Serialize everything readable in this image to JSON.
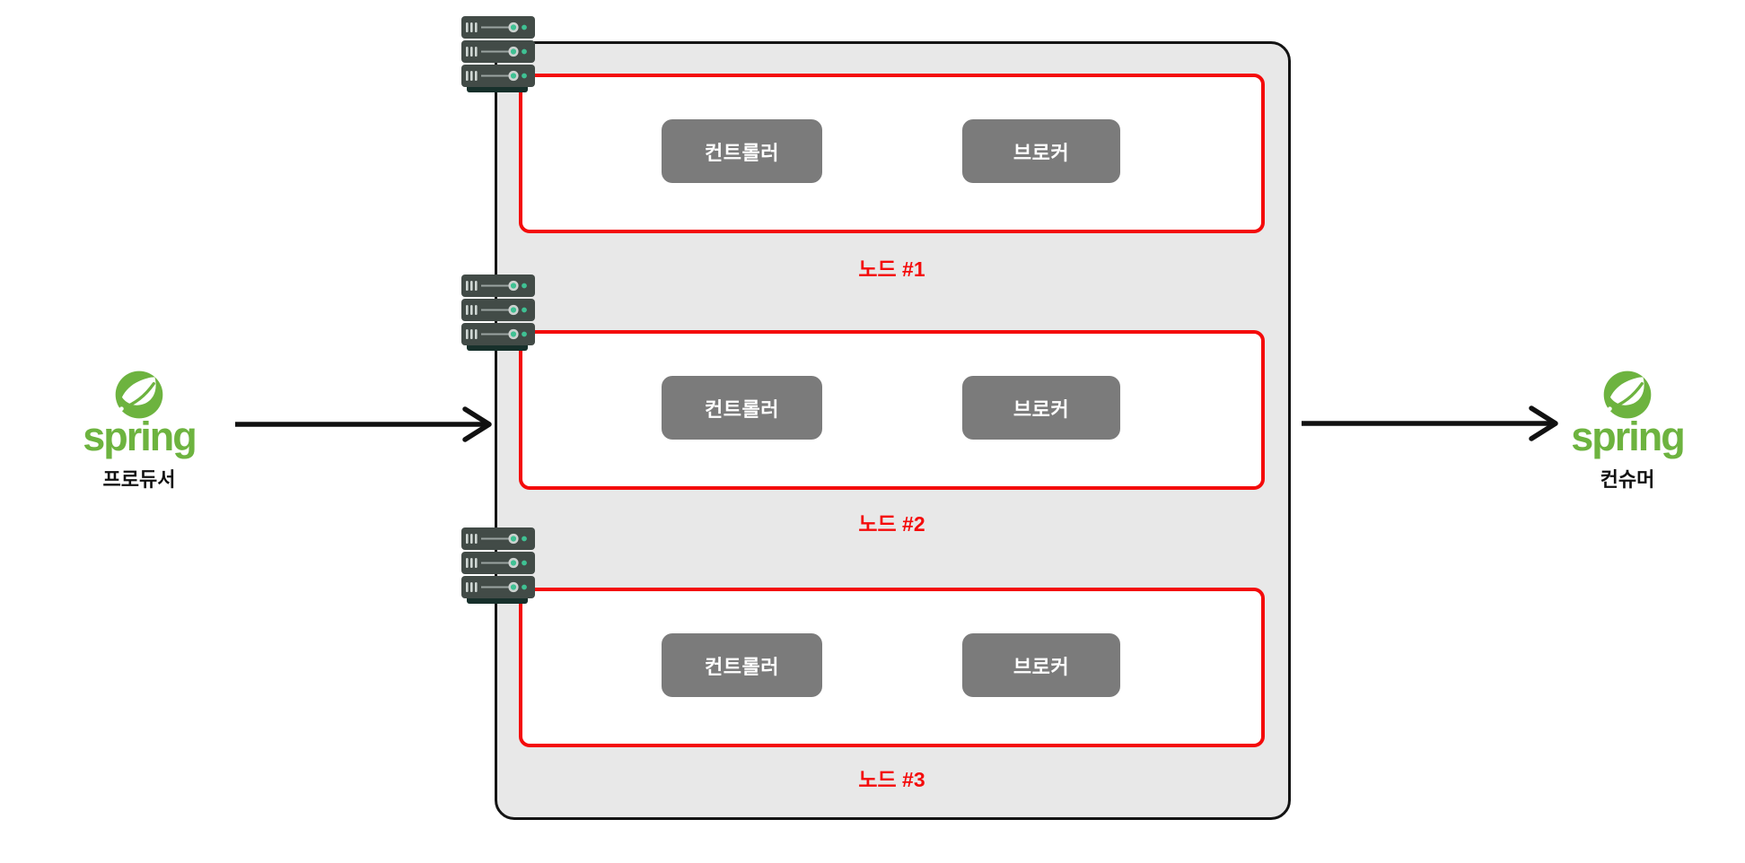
{
  "producer": {
    "brand": "spring",
    "label": "프로듀서"
  },
  "consumer": {
    "brand": "spring",
    "label": "컨슈머"
  },
  "cluster": {
    "nodes": [
      {
        "label": "노드 #1",
        "controller": "컨트롤러",
        "broker": "브로커"
      },
      {
        "label": "노드 #2",
        "controller": "컨트롤러",
        "broker": "브로커"
      },
      {
        "label": "노드 #3",
        "controller": "컨트롤러",
        "broker": "브로커"
      }
    ]
  },
  "icons": {
    "server": "server-stack-icon",
    "spring": "spring-leaf-icon",
    "arrow": "arrow-right-icon"
  },
  "colors": {
    "spring_green": "#6db33f",
    "node_red": "#f40b0b",
    "cluster_bg": "#e8e8e8",
    "cluster_border": "#141414",
    "component_gray": "#7b7b7b",
    "component_text": "#ffffff",
    "server_body": "#424b47",
    "server_base": "#17302b",
    "server_accent": "#3fc193",
    "arrow_black": "#111111"
  }
}
